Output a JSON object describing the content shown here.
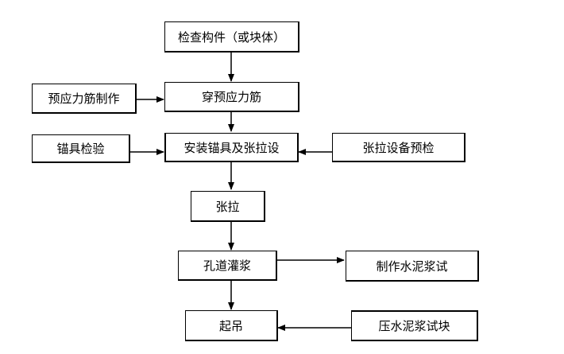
{
  "flowchart": {
    "nodes": [
      {
        "id": "inspect",
        "label": "检查构件（或块体）"
      },
      {
        "id": "prestress_make",
        "label": "预应力筋制作"
      },
      {
        "id": "thread",
        "label": "穿预应力筋"
      },
      {
        "id": "anchor_test",
        "label": "锚具检验"
      },
      {
        "id": "install",
        "label": "安装锚具及张拉设"
      },
      {
        "id": "equip_check",
        "label": "张拉设备预检"
      },
      {
        "id": "tension",
        "label": "张拉"
      },
      {
        "id": "grout",
        "label": "孔道灌浆"
      },
      {
        "id": "make_mortar",
        "label": "制作水泥浆试"
      },
      {
        "id": "lift",
        "label": "起吊"
      },
      {
        "id": "press_block",
        "label": "压水泥浆试块"
      }
    ],
    "edges": [
      {
        "from": "inspect",
        "to": "thread"
      },
      {
        "from": "prestress_make",
        "to": "thread"
      },
      {
        "from": "thread",
        "to": "install"
      },
      {
        "from": "anchor_test",
        "to": "install"
      },
      {
        "from": "equip_check",
        "to": "install"
      },
      {
        "from": "install",
        "to": "tension"
      },
      {
        "from": "tension",
        "to": "grout"
      },
      {
        "from": "grout",
        "to": "make_mortar"
      },
      {
        "from": "grout",
        "to": "lift"
      },
      {
        "from": "press_block",
        "to": "lift"
      }
    ]
  }
}
